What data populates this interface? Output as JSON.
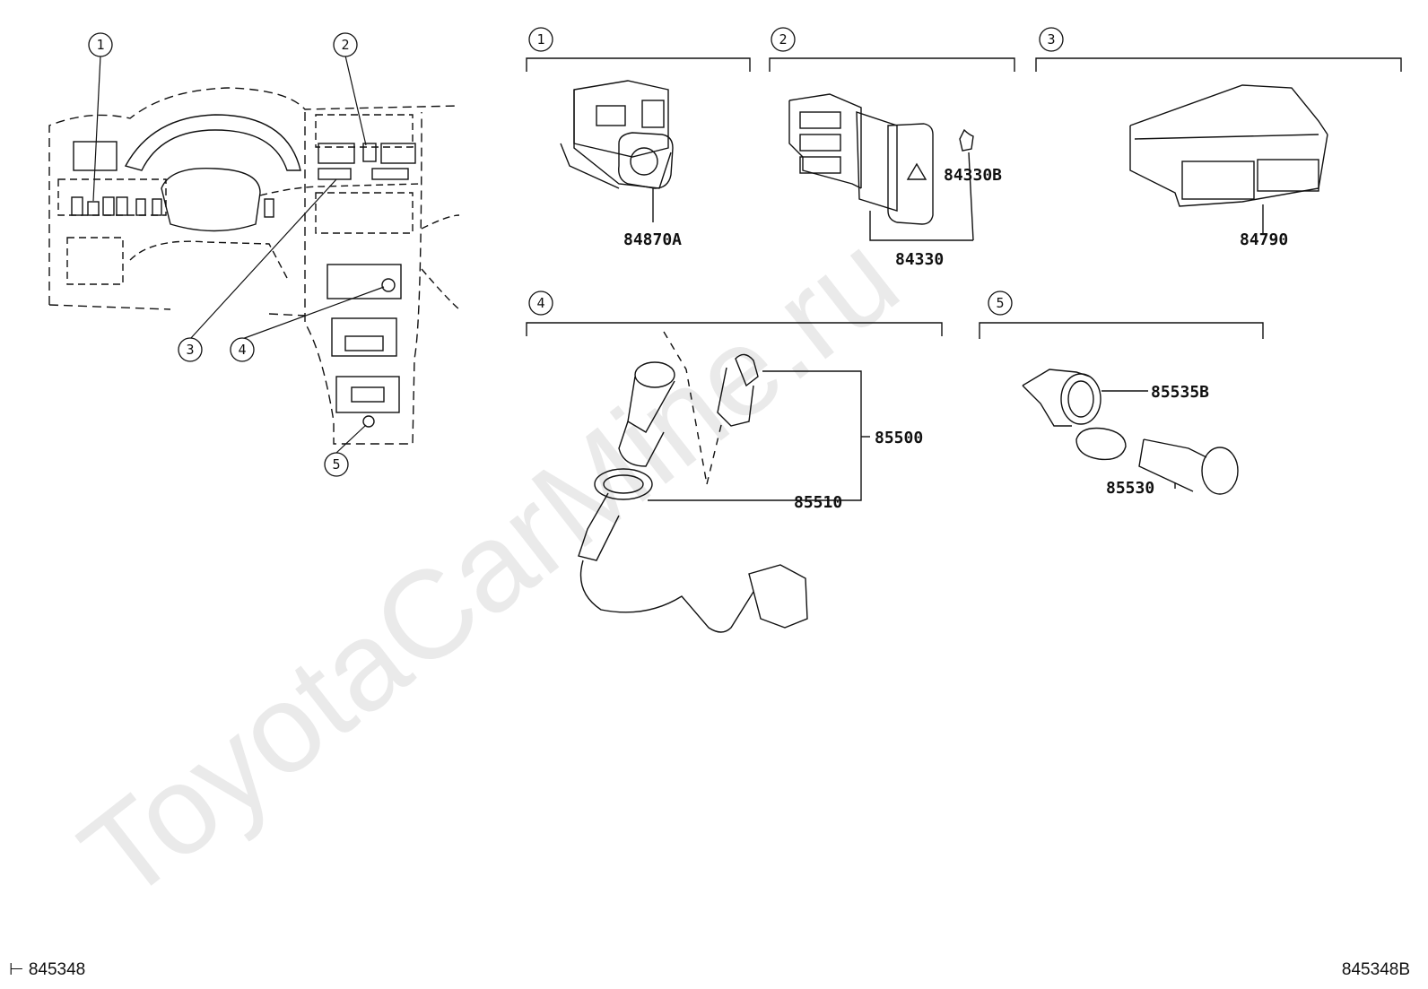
{
  "callouts": [
    "1",
    "2",
    "3",
    "4",
    "5"
  ],
  "parts": {
    "p84870A": "84870A",
    "p84330B": "84330B",
    "p84330": "84330",
    "p84790": "84790",
    "p85500": "85500",
    "p85510": "85510",
    "p85535B": "85535B",
    "p85530": "85530"
  },
  "watermark": "ToyotaCarMine.ru",
  "footer": {
    "left": "845348",
    "right": "845348B"
  }
}
